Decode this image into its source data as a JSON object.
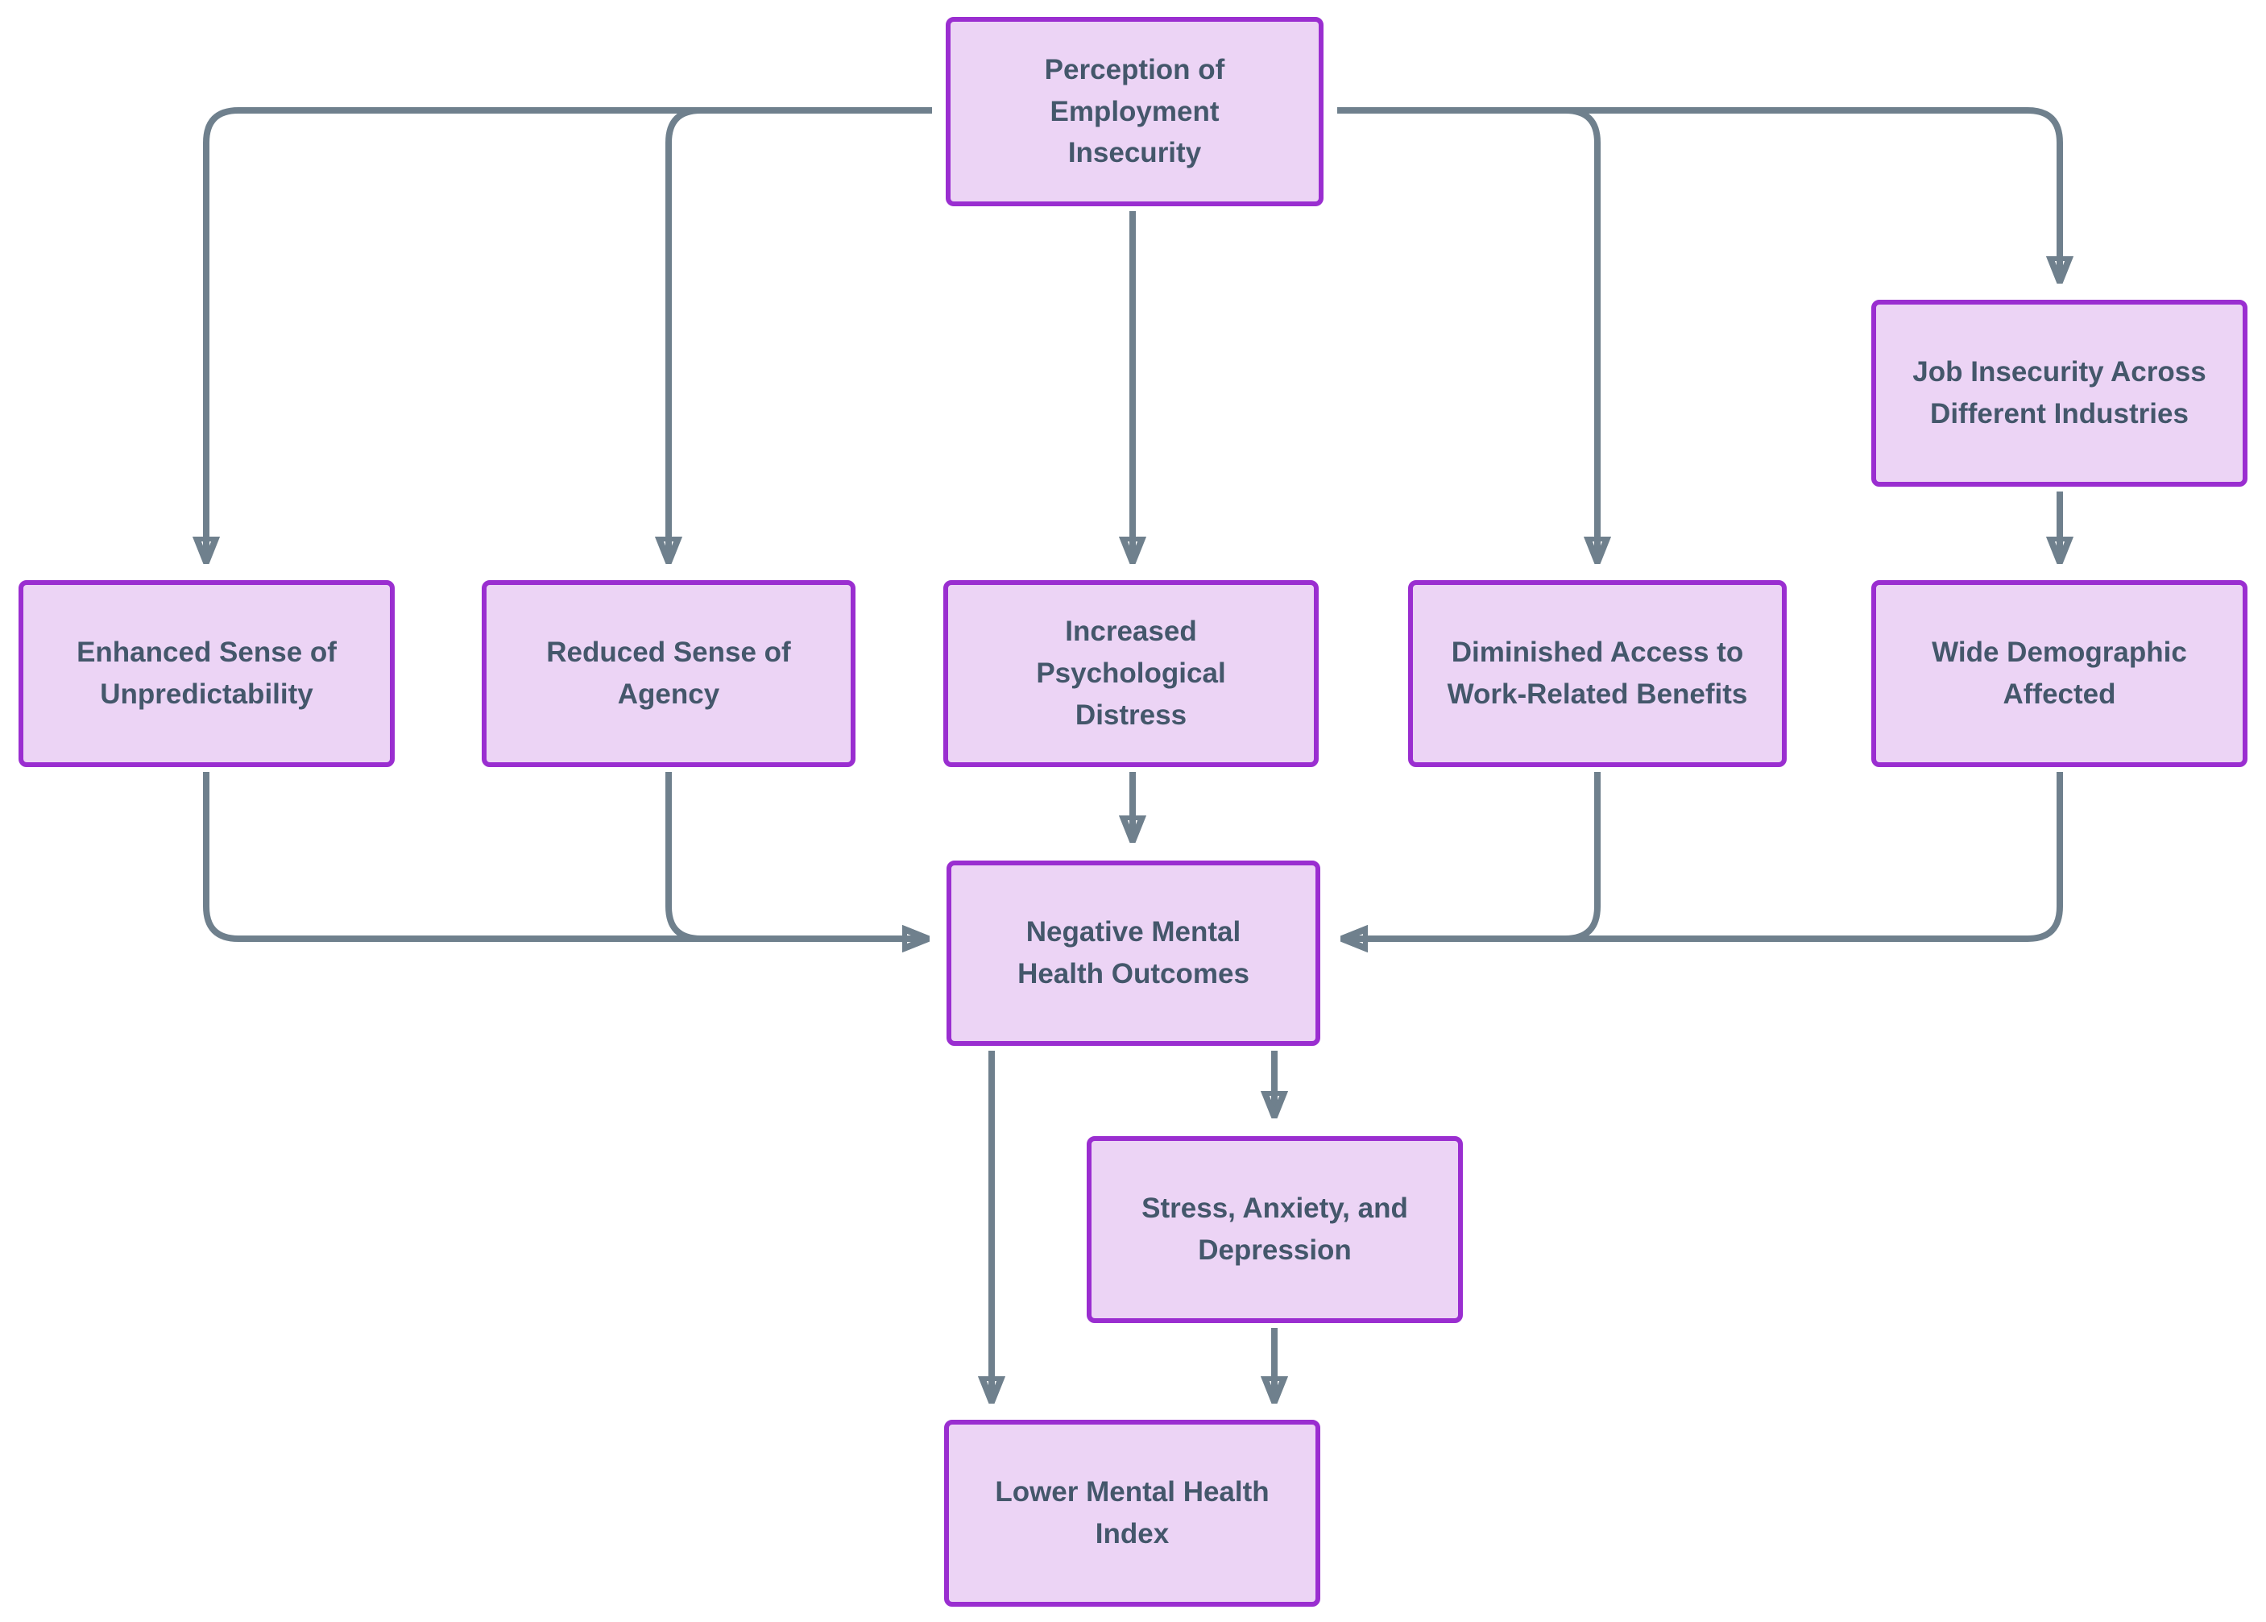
{
  "diagram": {
    "background": "#ffffff",
    "colors": {
      "node_fill": "#ecd4f5",
      "node_border": "#9a2ed0",
      "node_text": "#44576b",
      "edge": "#6f808d"
    },
    "nodes": {
      "perception": {
        "label": "Perception of Employment Insecurity"
      },
      "enhanced": {
        "label": "Enhanced Sense of Unpredictability"
      },
      "reduced": {
        "label": "Reduced Sense of Agency"
      },
      "increased": {
        "label": "Increased Psychological Distress"
      },
      "diminished": {
        "label": "Diminished Access to Work-Related Benefits"
      },
      "job_insecurity": {
        "label": "Job Insecurity Across Different Industries"
      },
      "wide_demographic": {
        "label": "Wide Demographic Affected"
      },
      "negative_outcomes": {
        "label": "Negative Mental Health Outcomes"
      },
      "stress_anxiety": {
        "label": "Stress, Anxiety, and Depression"
      },
      "lower_index": {
        "label": "Lower Mental Health Index"
      }
    },
    "edges": [
      {
        "from": "perception",
        "to": "enhanced"
      },
      {
        "from": "perception",
        "to": "reduced"
      },
      {
        "from": "perception",
        "to": "increased"
      },
      {
        "from": "perception",
        "to": "diminished"
      },
      {
        "from": "perception",
        "to": "job_insecurity"
      },
      {
        "from": "job_insecurity",
        "to": "wide_demographic"
      },
      {
        "from": "enhanced",
        "to": "negative_outcomes"
      },
      {
        "from": "reduced",
        "to": "negative_outcomes"
      },
      {
        "from": "increased",
        "to": "negative_outcomes"
      },
      {
        "from": "diminished",
        "to": "negative_outcomes"
      },
      {
        "from": "wide_demographic",
        "to": "negative_outcomes"
      },
      {
        "from": "negative_outcomes",
        "to": "stress_anxiety"
      },
      {
        "from": "negative_outcomes",
        "to": "lower_index"
      },
      {
        "from": "stress_anxiety",
        "to": "lower_index"
      }
    ]
  }
}
